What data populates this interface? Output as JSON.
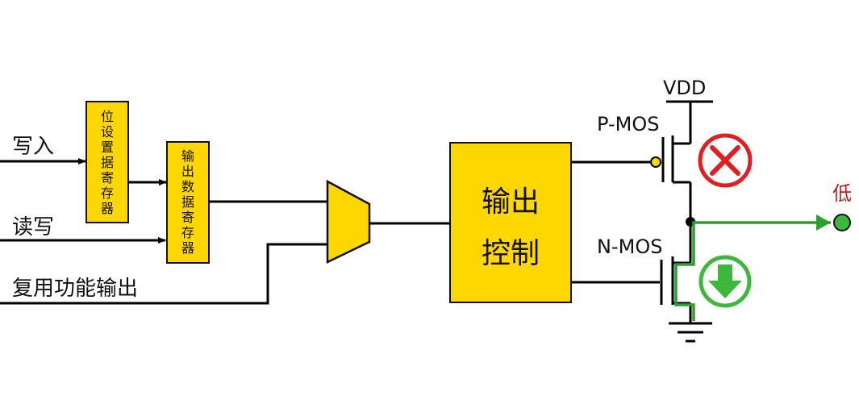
{
  "inputs": {
    "write": "写入",
    "read_write": "读写",
    "alt_function_output": "复用功能输出"
  },
  "blocks": {
    "bit_set_register": [
      "位",
      "设",
      "置",
      "据",
      "寄",
      "存",
      "器"
    ],
    "output_data_register": [
      "输",
      "出",
      "数",
      "据",
      "寄",
      "存",
      "器"
    ],
    "output_control": [
      "输出",
      "控制"
    ]
  },
  "transistors": {
    "vdd": "VDD",
    "pmos": "P-MOS",
    "nmos": "N-MOS"
  },
  "output": {
    "state_label": "低"
  },
  "status_icons": {
    "pmos_state": "cross-icon",
    "nmos_state": "down-arrow-icon"
  },
  "colors": {
    "block_fill": "#FFD700",
    "active_path": "#2E9E2E",
    "output_dot": "#3DB83D",
    "disabled": "#E02020",
    "low_label": "#B22222"
  }
}
